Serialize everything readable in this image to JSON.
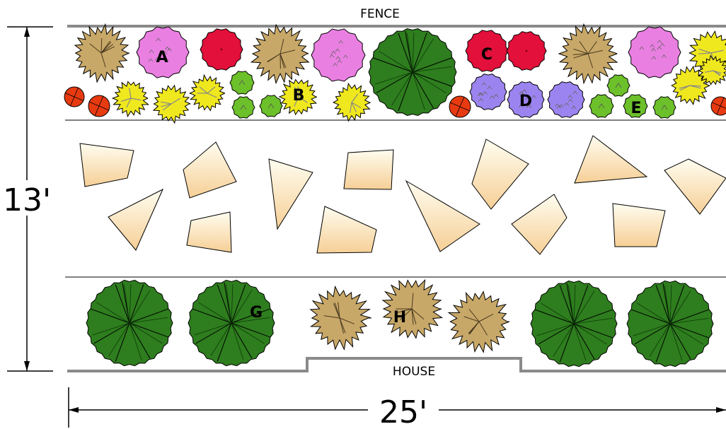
{
  "labels": {
    "fence": "FENCE",
    "house": "HOUSE",
    "height": "13'",
    "width": "25'"
  },
  "plant_labels": {
    "a": "A",
    "b": "B",
    "c": "C",
    "d": "D",
    "e": "E",
    "g": "G",
    "h": "H"
  },
  "colors": {
    "line": "#777777",
    "dark_green": "#2e7d1e",
    "tan": "#c8a868",
    "pink": "#ea7fe2",
    "red": "#e2103a",
    "yellow": "#f0e81e",
    "lime": "#6cc02a",
    "purple": "#9c84f0",
    "orange_red": "#e83a10",
    "stone_light": "#fffbe6",
    "stone_dark": "#f7d29a"
  }
}
